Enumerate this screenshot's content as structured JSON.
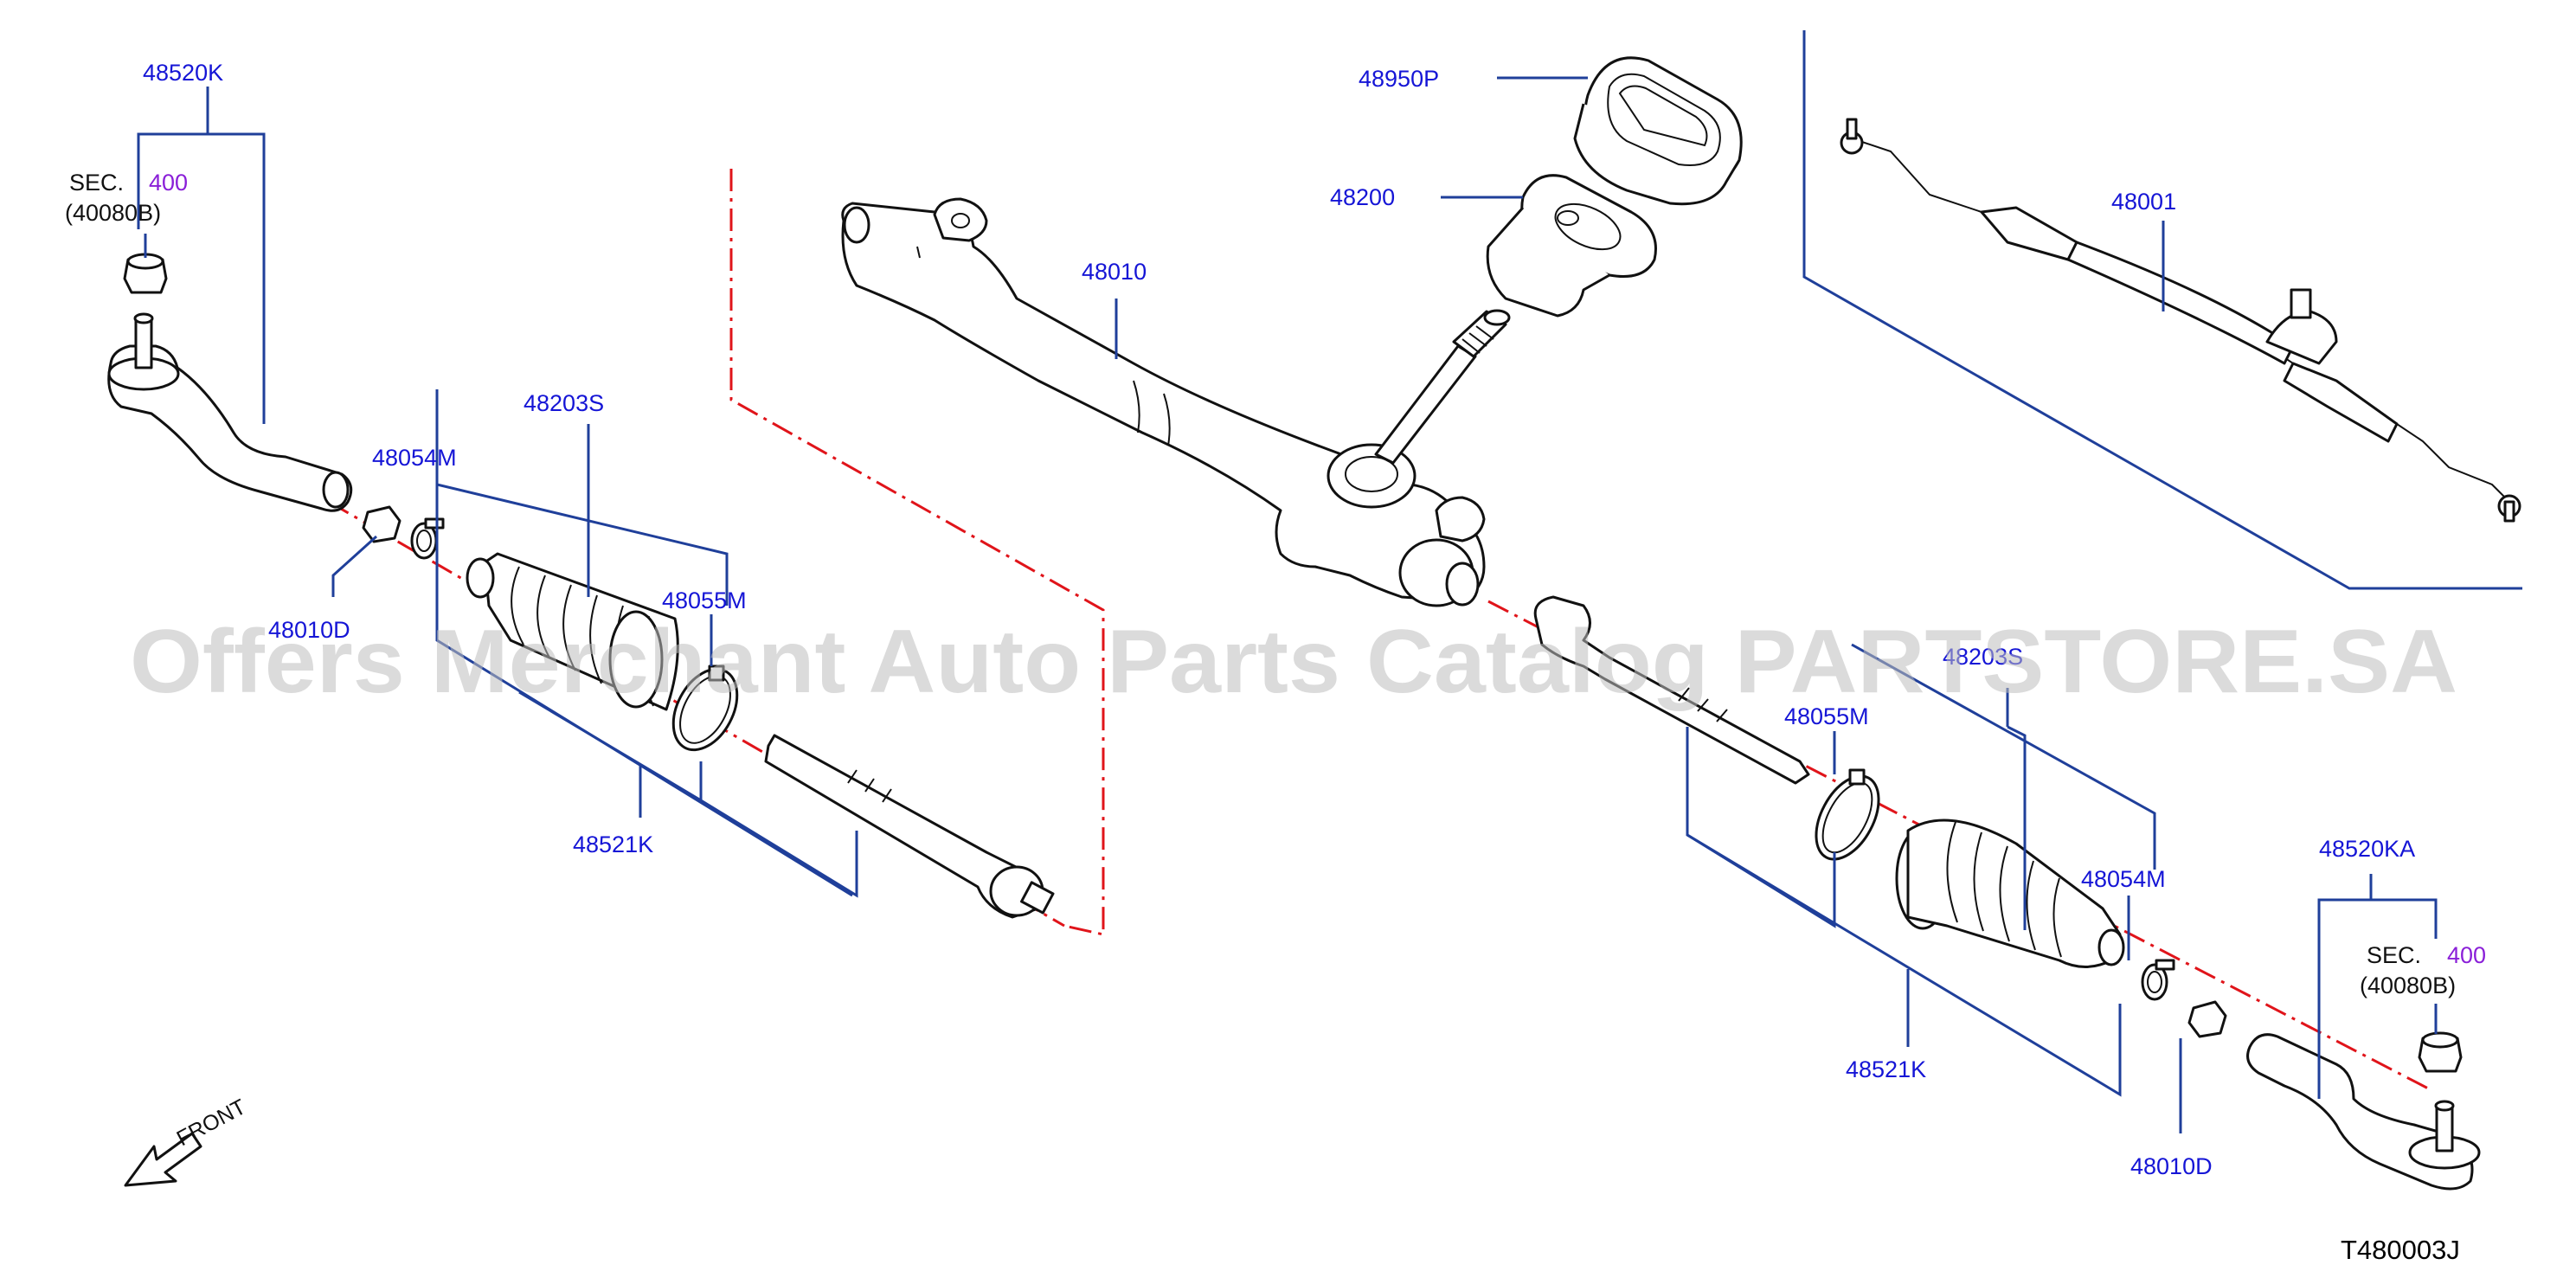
{
  "labels": {
    "tie_rod_end_l": "48520K",
    "tie_rod_end_r": "48520KA",
    "sec_left": "SEC.",
    "sec_left_num": "400",
    "sec_left_ref": "(40080B)",
    "sec_right": "SEC.",
    "sec_right_num": "400",
    "sec_right_ref": "(40080B)",
    "nut_l": "48010D",
    "nut_r": "48010D",
    "clamp_l": "48054M",
    "clamp_r": "48054M",
    "boot_kit_l": "48203S",
    "boot_kit_r": "48203S",
    "band_l": "48055M",
    "band_r": "48055M",
    "inner_socket_l": "48521K",
    "inner_socket_r": "48521K",
    "gear_housing": "48010",
    "grommet": "48950P",
    "dust_seal": "48200",
    "gear_assembly": "48001"
  },
  "watermark": "Offers Merchant Auto Parts Catalog PARTSTORE.SA",
  "front_label": "FRONT",
  "diagram_code": "T480003J",
  "colors": {
    "label": "#1515d6",
    "leader": "#1f3f9a",
    "axis": "#e0141a",
    "section_ref": "#8a1fd8"
  }
}
